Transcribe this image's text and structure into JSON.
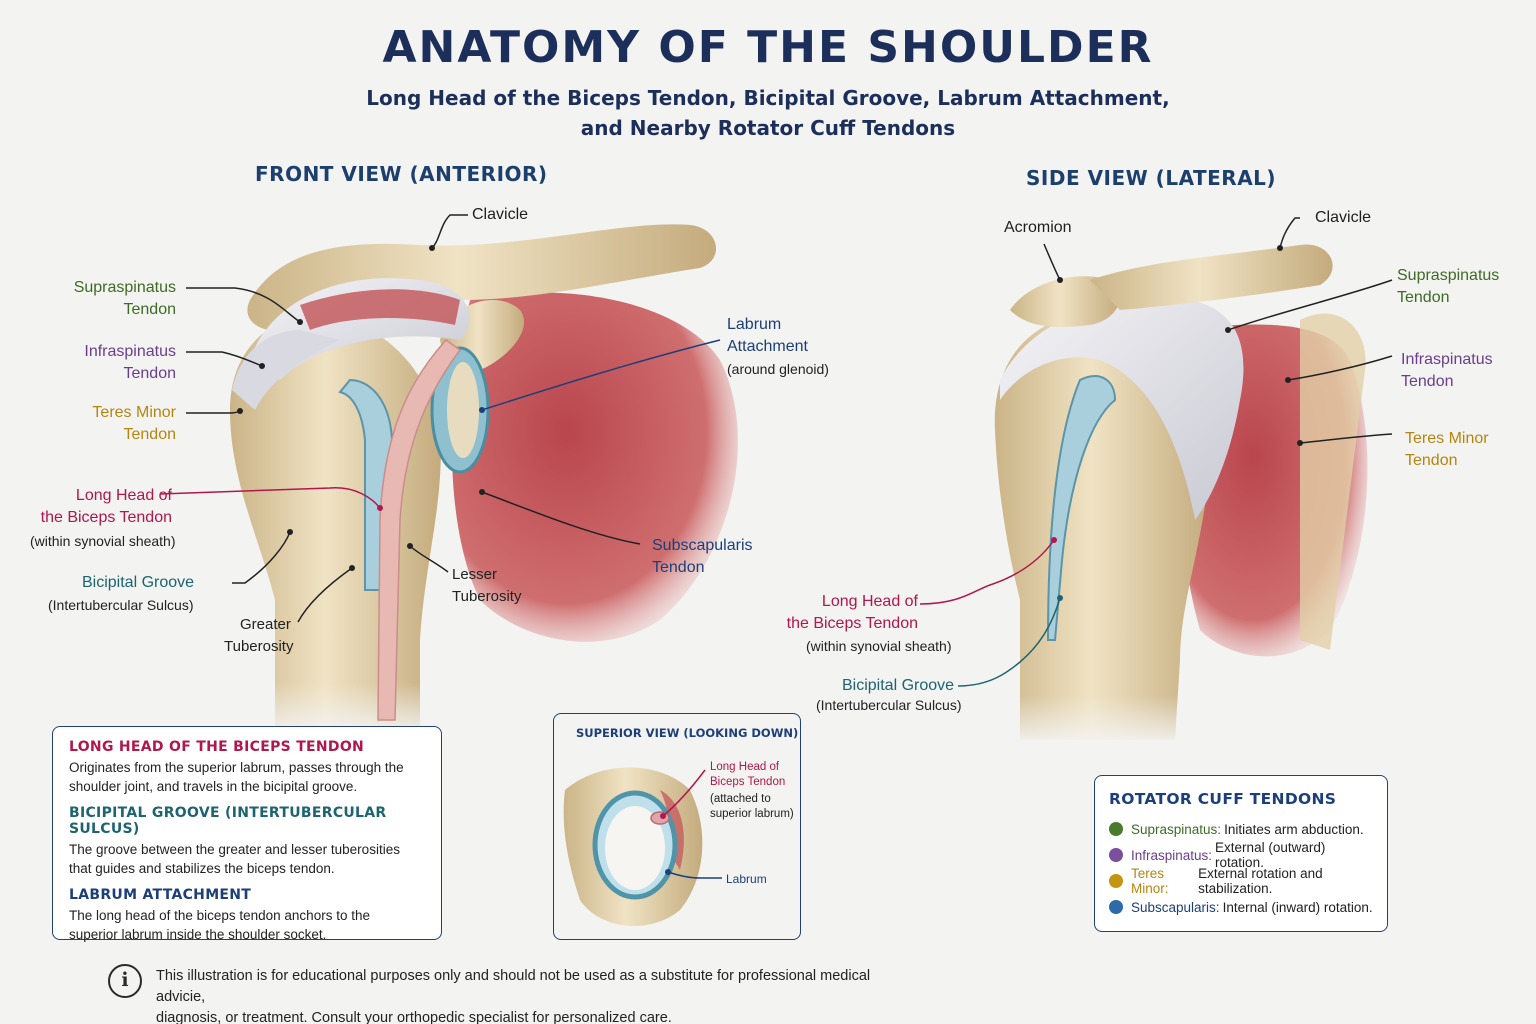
{
  "title": "ANATOMY OF THE SHOULDER",
  "subtitle_line1": "Long Head of the Biceps Tendon, Bicipital Groove, Labrum Attachment,",
  "subtitle_line2": "and Nearby Rotator Cuff Tendons",
  "front_view": {
    "heading": "FRONT VIEW (ANTERIOR)",
    "labels": {
      "clavicle": "Clavicle",
      "supraspinatus_1": "Supraspinatus",
      "supraspinatus_2": "Tendon",
      "infraspinatus_1": "Infraspinatus",
      "infraspinatus_2": "Tendon",
      "teres_minor_1": "Teres Minor",
      "teres_minor_2": "Tendon",
      "biceps_1": "Long Head of",
      "biceps_2": "the Biceps Tendon",
      "biceps_note": "(within synovial sheath)",
      "groove_1": "Bicipital Groove",
      "groove_2": "(Intertubercular Sulcus)",
      "greater_1": "Greater",
      "greater_2": "Tuberosity",
      "lesser_1": "Lesser",
      "lesser_2": "Tuberosity",
      "labrum_1": "Labrum",
      "labrum_2": "Attachment",
      "labrum_note": "(around glenoid)",
      "subscap_1": "Subscapularis",
      "subscap_2": "Tendon"
    }
  },
  "side_view": {
    "heading": "SIDE VIEW (LATERAL)",
    "labels": {
      "acromion": "Acromion",
      "clavicle": "Clavicle",
      "supraspinatus_1": "Supraspinatus",
      "supraspinatus_2": "Tendon",
      "infraspinatus_1": "Infraspinatus",
      "infraspinatus_2": "Tendon",
      "teres_minor_1": "Teres Minor",
      "teres_minor_2": "Tendon",
      "biceps_1": "Long Head of",
      "biceps_2": "the Biceps Tendon",
      "biceps_note": "(within synovial sheath)",
      "groove_1": "Bicipital Groove",
      "groove_2": "(Intertubercular Sulcus)"
    }
  },
  "info_box": {
    "biceps_heading": "LONG HEAD OF THE BICEPS TENDON",
    "biceps_text_1": "Originates from the superior labrum, passes through the",
    "biceps_text_2": "shoulder joint, and travels in the bicipital groove.",
    "groove_heading": "BICIPITAL GROOVE (INTERTUBERCULAR SULCUS)",
    "groove_text_1": "The groove between the greater and lesser tuberosities",
    "groove_text_2": "that guides and stabilizes the biceps tendon.",
    "labrum_heading": "LABRUM ATTACHMENT",
    "labrum_text_1": "The long head of the biceps tendon anchors to the",
    "labrum_text_2": "superior labrum inside the shoulder socket."
  },
  "superior_view": {
    "heading": "SUPERIOR VIEW (LOOKING DOWN)",
    "biceps_1": "Long Head of",
    "biceps_2": "Biceps Tendon",
    "attached_1": "(attached to",
    "attached_2": "superior labrum)",
    "labrum": "Labrum"
  },
  "rotator_cuff": {
    "heading": "ROTATOR CUFF TENDONS",
    "items": [
      {
        "name": "Supraspinatus:",
        "desc": "Initiates arm abduction.",
        "color": "#4a7a2c"
      },
      {
        "name": "Infraspinatus:",
        "desc": "External (outward) rotation.",
        "color": "#7b4f9e"
      },
      {
        "name": "Teres Minor:",
        "desc": "External rotation and stabilization.",
        "color": "#c49512"
      },
      {
        "name": "Subscapularis:",
        "desc": "Internal (inward) rotation.",
        "color": "#2c6aa8"
      }
    ]
  },
  "disclaimer_icon": "info-icon",
  "disclaimer_line1": "This illustration is for educational purposes only and should not be used as a substitute for professional medical  advicie,",
  "disclaimer_line2": "diagnosis, or treatment. Consult your orthopedic specialist for personalized care.",
  "colors": {
    "bone": "#e4d2ac",
    "muscle": "#c2545a",
    "tendon": "#dfe0e6",
    "sheath": "#a9cfdc",
    "biceps": "#e7b7b3",
    "navy": "#1c2f5a"
  }
}
